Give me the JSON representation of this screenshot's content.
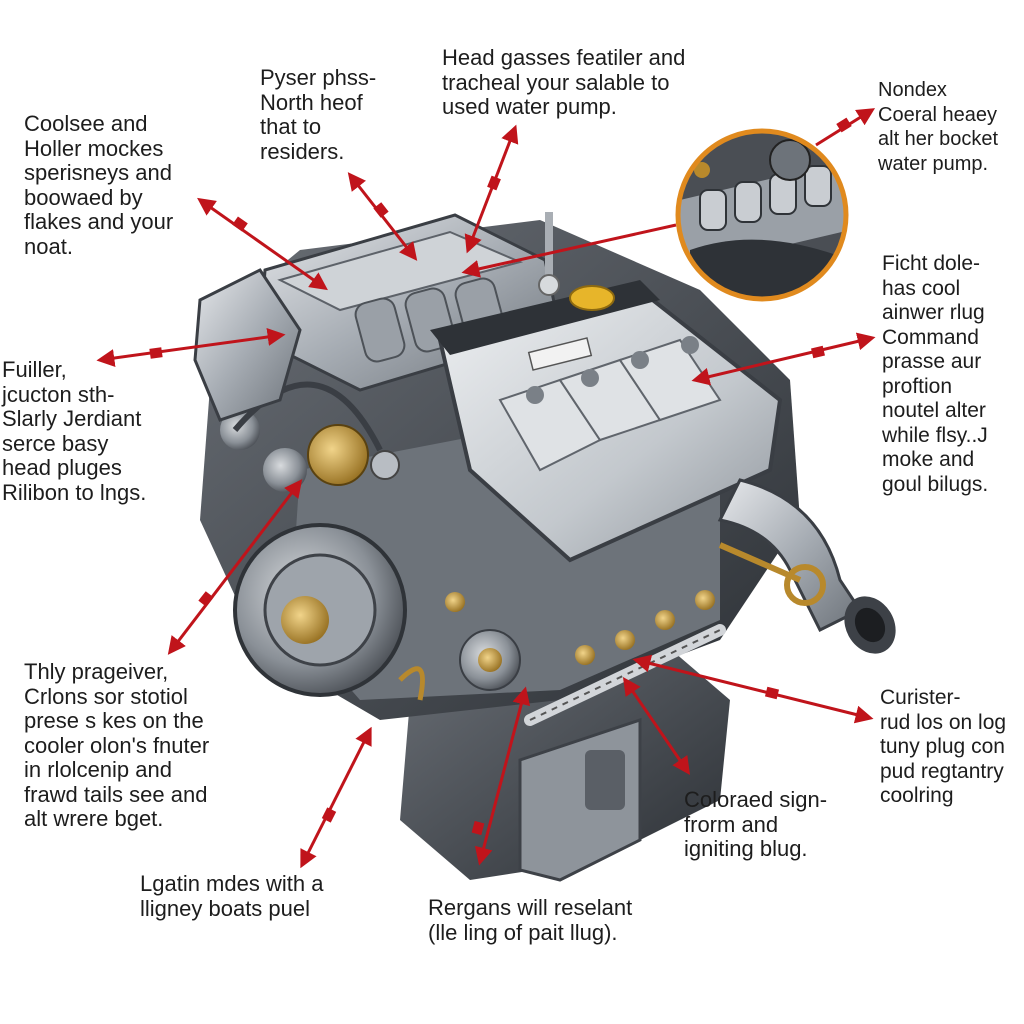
{
  "colors": {
    "arrow": "#c0141b",
    "text": "#1d1d1d",
    "inset_ring": "#e08a1e",
    "engine_dark": "#3d4147",
    "engine_mid": "#8d939b",
    "engine_light": "#c9cdd2",
    "brass": "#b8892c"
  },
  "callouts": {
    "top_left": "Coolsee and\nHoller mockes\nsperisneys and\nboowaed by\nflakes and your\nnoat.",
    "top_center_left": "Pyser phss-\nNorth heof\nthat to\nresiders.",
    "top_center": "Head gasses featiler and\ntracheal your salable to\nused water pump.",
    "top_right": "Nondex\nCoeral heaey\nalt her bocket\nwater pump.",
    "mid_left": "Fuiller,\njcucton sth-\nSlarly Jerdiant\nserce basy\nhead pluges\nRilibon to lngs.",
    "mid_right": "Ficht dole-\nhas cool\nainwer rlug\nCommand\nprasse aur\nproftion\nnoutel alter\nwhile flsy..J\nmoke and\ngoul bilugs.",
    "lower_left": "Thly prageiver,\nCrlons sor stotiol\nprese s kes on the\ncooler olon's fnuter\nin rlolcenip and\nfrawd tails see and\nalt wrere bget.",
    "lower_right": "Curister-\nrud los on log\ntuny plug con\npud regtantry\ncoolring",
    "bottom_left": "Lgatin mdes with a\nlligney boats puel",
    "bottom_center": "Rergans will reselant\n(lle ling of pait llug).",
    "bottom_right": "Coloraed sign-\nfrorm and\nigniting blug."
  }
}
